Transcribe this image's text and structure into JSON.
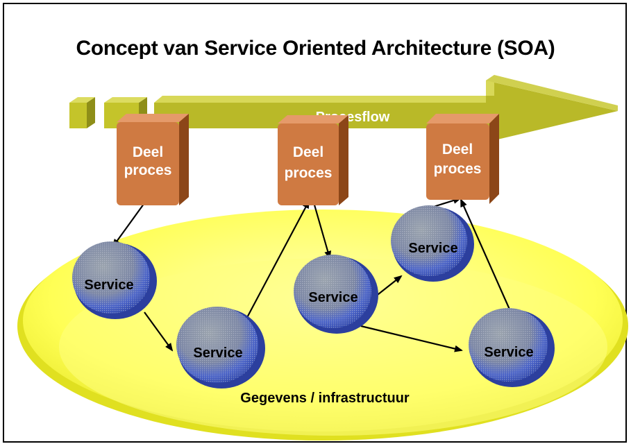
{
  "title": "Concept van Service Oriented Architecture (SOA)",
  "procesflow_label": "Procesflow",
  "layer_label": "Gegevens / infrastructuur",
  "subprocesses": [
    {
      "line1": "Deel",
      "line2": "proces"
    },
    {
      "line1": "Deel",
      "line2": "proces"
    },
    {
      "line1": "Deel",
      "line2": "proces"
    }
  ],
  "services": [
    "Service",
    "Service",
    "Service",
    "Service",
    "Service"
  ],
  "colors": {
    "ellipse": "#ffff33",
    "ellipse_inner": "#ffff88",
    "arrow_band": "#b5b520",
    "process_box": "#c8703a",
    "service_sphere": "#5c6fc4",
    "text_light": "#ffffff",
    "text_dark": "#000000"
  }
}
